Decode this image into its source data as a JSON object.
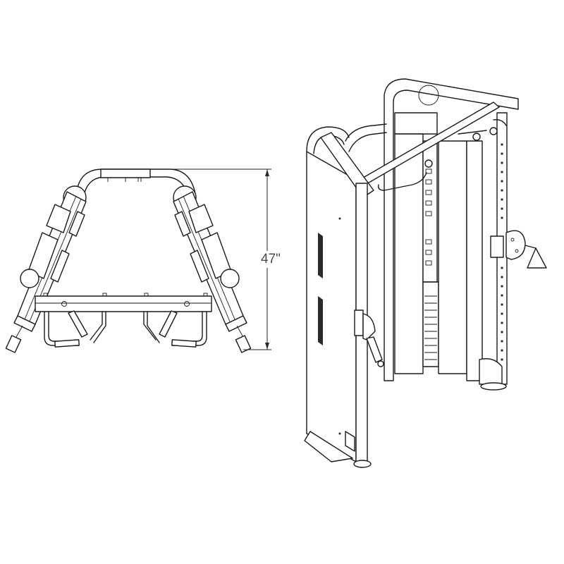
{
  "diagram": {
    "subject": "functional trainer cable machine",
    "views": [
      {
        "id": "top-view",
        "description": "top plan view with dimension"
      },
      {
        "id": "isometric-view",
        "description": "isometric line drawing of machine"
      }
    ],
    "dimension": {
      "label": "47\"",
      "orientation": "vertical",
      "applies_to": "top-view depth"
    },
    "colors": {
      "line": "#1a1a1a",
      "background": "#ffffff",
      "dimension_text": "#4a4a4a"
    }
  }
}
